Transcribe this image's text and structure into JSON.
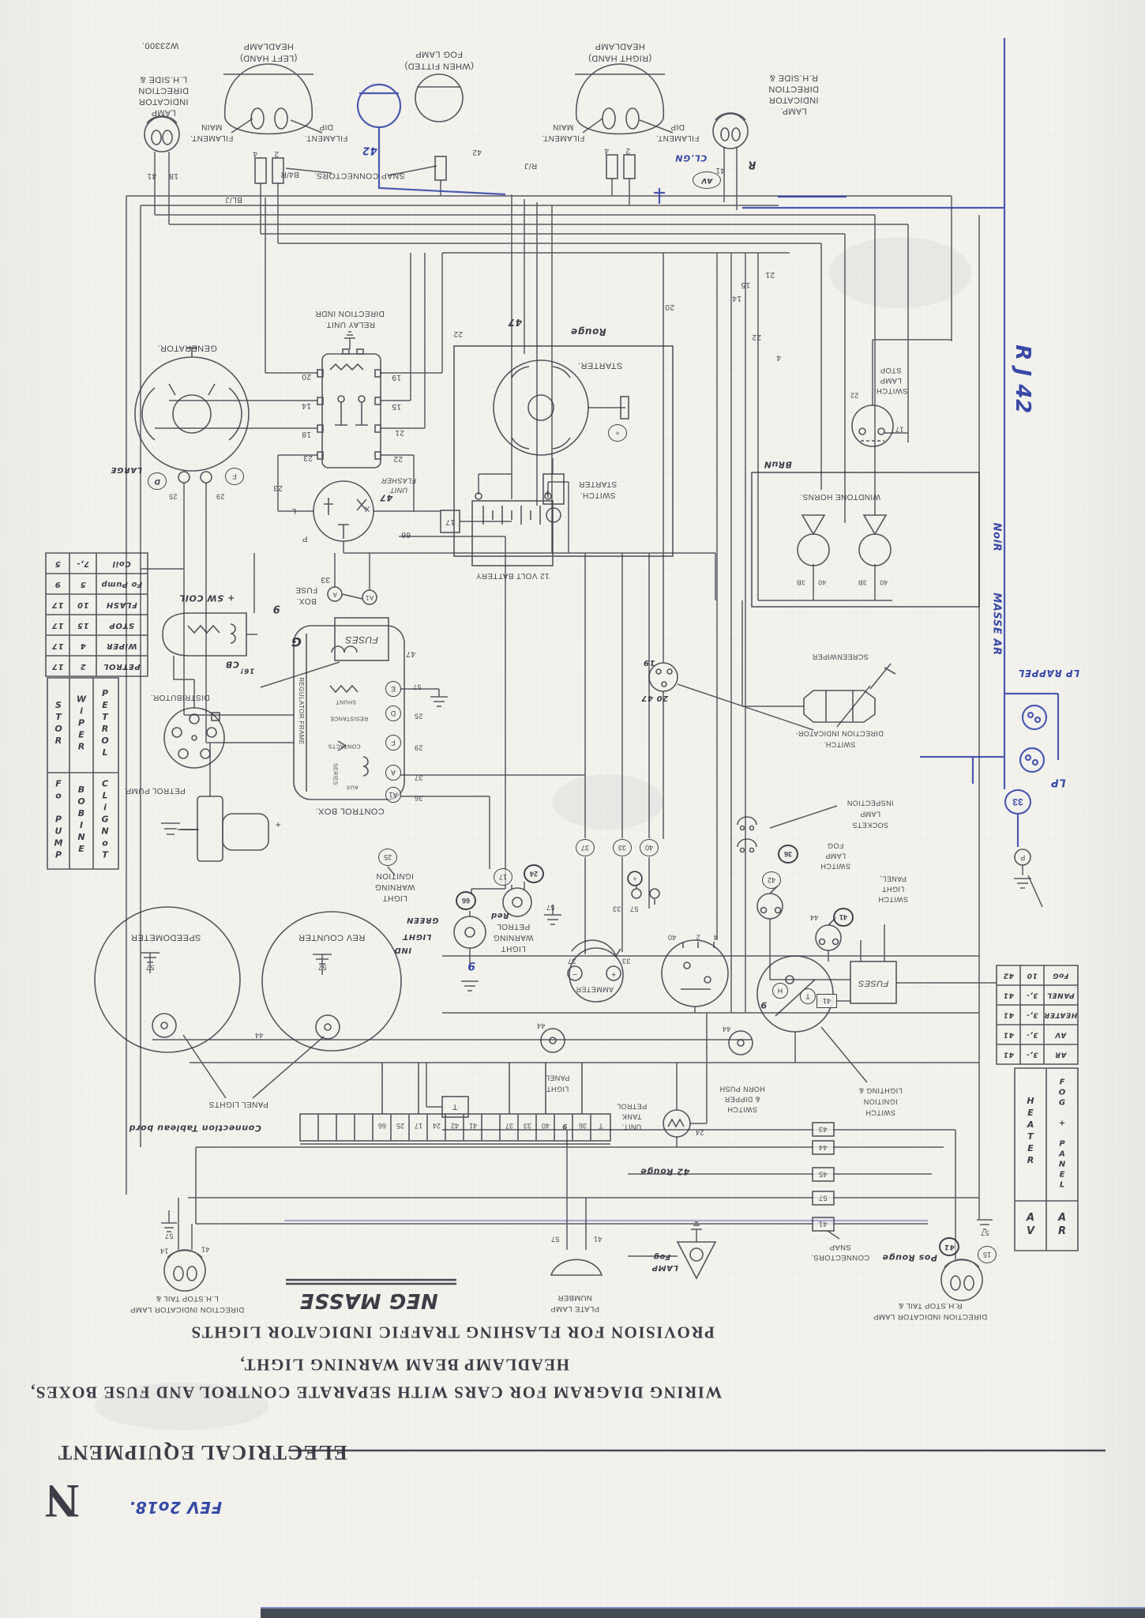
{
  "t": {
    "provision": "PROVISION FOR FLASHING TRAFFIC INDICATOR LIGHTS",
    "headlamp": "HEADLAMP BEAM WARNING LIGHT,",
    "wiring": "WIRING DIAGRAM FOR CARS WITH SEPARATE CONTROL AND FUSE BOXES,",
    "section": "ELECTRICAL EQUIPMENT",
    "letter": "N"
  },
  "c": {
    "w23300": "W23300.",
    "lh_ind": [
      "L.H.SIDE &",
      "DIRECTION",
      "INDICATOR",
      "LAMP"
    ],
    "hl_l": [
      "HEADLAMP",
      "(LEFT HAND)"
    ],
    "hl_r": [
      "HEADLAMP",
      "(RIGHT HAND)"
    ],
    "main": [
      "MAIN",
      "FILAMENT."
    ],
    "dip": [
      "DIP",
      "FILAMENT."
    ],
    "snap_top": "SNAP  CONNECTORS.",
    "fog": [
      "FOG LAMP",
      "(WHEN FITTED)"
    ],
    "rh_ind": [
      "R.H.SIDE &",
      "DIRECTION",
      "INDICATOR",
      "LAMP."
    ],
    "generator": "GENERATOR.",
    "relay": [
      "DIRECTION INDR",
      "RELAY UNIT."
    ],
    "flasher": [
      "FLASHER",
      "UNIT"
    ],
    "starter": "STARTER.",
    "starter_sw": [
      "STARTER",
      "SWITCH."
    ],
    "battery": "12 VOLT BATTERY",
    "stop_sw": [
      "STOP",
      "LAMP",
      "SWITCH."
    ],
    "horns": "WINDTONE  HORNS.",
    "fuse_box": [
      "FUSE",
      "BOX."
    ],
    "fuses": "FUSES",
    "control": "CONTROL BOX.",
    "reg_frame": "REGULATOR FRAME",
    "shunt": "SHUNT",
    "resistance": "RESISTANCE",
    "contacts": "CONTACTS",
    "series": "SERIES",
    "aux": "AUX",
    "distributor": "DISTRIBUTOR.",
    "pump": "PETROL PUMP.",
    "ign_warn": [
      "IGNITION",
      "WARNING",
      "LIGHT"
    ],
    "petrol_warn": [
      "PETROL",
      "WARNING",
      "LIGHT"
    ],
    "ammeter": "AMMETER",
    "speedo": "SPEEDOMETER",
    "rev": "REV COUNTER",
    "panel_lights": "PANEL LIGHTS",
    "panel_light": [
      "PANEL",
      "LIGHT"
    ],
    "horn_push": [
      "HORN PUSH",
      "& DIPPER",
      "SWITCH"
    ],
    "tank": [
      "PETROL",
      "TANK",
      "UNIT."
    ],
    "light_ign": [
      "LIGHTING &",
      "IGNITION",
      "SWITCH"
    ],
    "dir_sw": [
      "DIRECTION INDICATOR-",
      "SWITCH."
    ],
    "wiper": "SCREENWIPER",
    "insp": [
      "INSPECTION",
      "LAMP",
      "SOCKETS"
    ],
    "fog_sw": [
      "FOG",
      "LAMP",
      "SWITCH"
    ],
    "panel_sw": [
      "PANEL,",
      "LIGHT",
      "SWITCH"
    ],
    "snap_bot": [
      "SNAP",
      "CONNECTORS."
    ],
    "num_plate": [
      "NUMBER",
      "PLATE LAMP"
    ],
    "lh_stop": [
      "L.H.STOP TAIL &",
      "DIRECTION INDICATOR LAMP"
    ],
    "rh_stop": [
      "R.H.STOP TAIL &",
      "DIRECTION INDICATOR LAMP"
    ]
  },
  "w": {
    "n2": "2",
    "n4": "4",
    "n9": "9",
    "n14": "14",
    "n15": "15",
    "n16": "16!",
    "n17": "17",
    "n18": "18",
    "n19": "19",
    "n20": "20",
    "n21": "21",
    "n22": "22",
    "n23": "23",
    "n24": "24",
    "n25": "25",
    "n29": "29",
    "n33": "33",
    "n36": "36",
    "n37": "37",
    "n40": "40",
    "n41": "41",
    "n42": "42",
    "n43": "43",
    "n44": "44",
    "n45": "45",
    "n47": "47",
    "n57": "57",
    "n66": "66",
    "n3b": "3B",
    "blj": "BL/J",
    "b4r": "B4/R",
    "rj": "R/J",
    "plus": "+",
    "minus": "−",
    "p": "P",
    "l": "L",
    "x": "X",
    "t": "T",
    "h": "H",
    "e": "E",
    "d": "D",
    "f": "F",
    "a": "A",
    "a1": "A1"
  },
  "h": {
    "fev": "FEV 2o18.",
    "neg": "NEG MASSE",
    "rj42": "R J 42",
    "noir": "NoiR",
    "masse": "MASSE AR",
    "lp_r": "LP RAPPEL",
    "lp": "LP",
    "c33": "33",
    "clgn": "CL.GN",
    "r": "R",
    "av": "AV",
    "b42": "42",
    "rouge": "Rouge",
    "r42": "42 Rouge",
    "pos": "Pos Rouge",
    "fog1": "Fog",
    "fog2": "LAMP",
    "conn": "Connection Tableau bord",
    "swcoil": "+ SW COIL",
    "cb": "CB",
    "g": "G",
    "n2047": "20 47",
    "ind0": "IND",
    "ind1": "LIGHT",
    "ind2": "GREEN",
    "red": "Red",
    "brun": "BRuN",
    "large": "LARGE"
  },
  "ftl": {
    "rows": [
      [
        "Coil",
        "7,-",
        "5"
      ],
      [
        "Fo Pump",
        "5",
        "9"
      ],
      [
        "FLASH",
        "10",
        "17"
      ],
      [
        "STOP",
        "15",
        "17"
      ],
      [
        "WiPER",
        "4",
        "17"
      ],
      [
        "PETROL",
        "2",
        "17"
      ]
    ]
  },
  "words": {
    "r1": [
      "STOR",
      "WiPER",
      "PETROL"
    ],
    "r2": [
      "Fo PUMP",
      "BOBINE",
      "CLiGNoT"
    ]
  },
  "ftr": {
    "rows": [
      [
        "FoG",
        "10",
        "42"
      ],
      [
        "PANEL",
        "3,-",
        "41"
      ],
      [
        "HEATER",
        "3,-",
        "41"
      ],
      [
        "AV",
        "3,-",
        "41"
      ],
      [
        "AR",
        "3,-",
        "41"
      ]
    ],
    "cols": [
      "FOG + PANEL",
      "HEATER"
    ],
    "bottom": [
      "AR",
      "AV"
    ]
  },
  "strip": [
    "",
    "",
    "",
    "",
    "66",
    "25",
    "17",
    "24",
    "42",
    "41",
    "",
    "37",
    "33",
    "40",
    "9",
    "36",
    "T"
  ]
}
